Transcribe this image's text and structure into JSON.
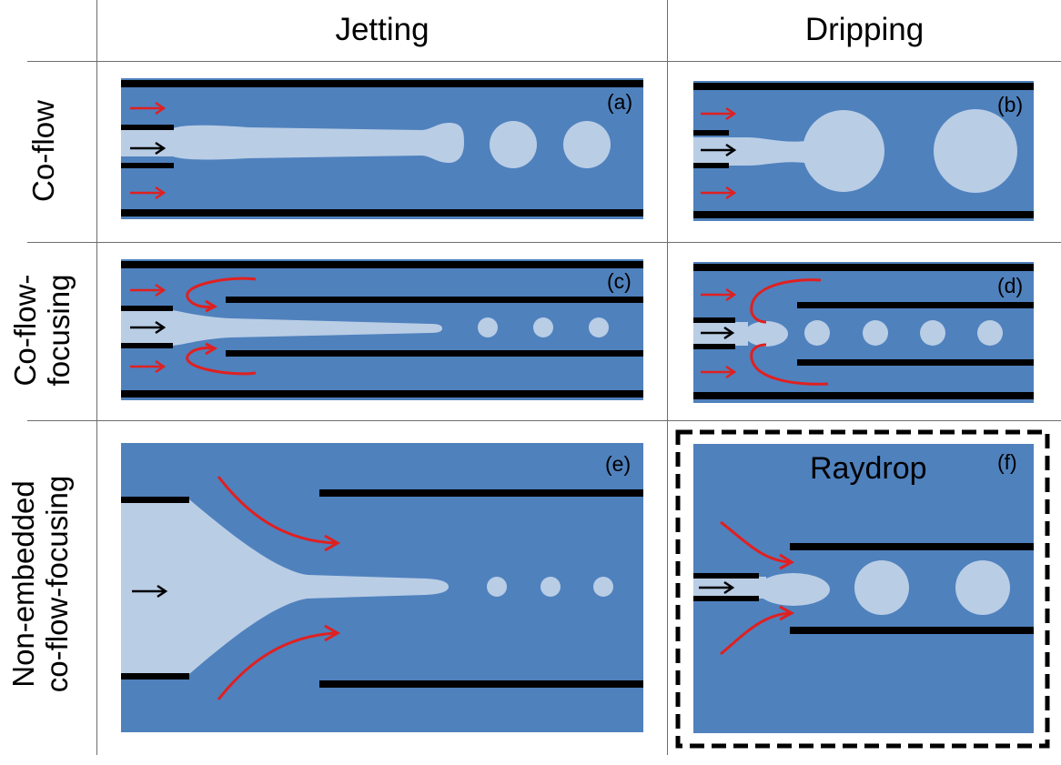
{
  "headers": {
    "columns": [
      "Jetting",
      "Dripping"
    ],
    "rows": [
      [
        "Co-flow"
      ],
      [
        "Co-flow-",
        "focusing"
      ],
      [
        "Non-embedded",
        "co-flow-focusing"
      ]
    ]
  },
  "panels": {
    "a": {
      "label": "(a)"
    },
    "b": {
      "label": "(b)"
    },
    "c": {
      "label": "(c)"
    },
    "d": {
      "label": "(d)"
    },
    "e": {
      "label": "(e)"
    },
    "f": {
      "label": "(f)",
      "title": "Raydrop"
    }
  },
  "colors": {
    "channel": "#4f81bd",
    "dispersed": "#b9cde5",
    "wall": "#000000",
    "continuous_arrow": "#e02020",
    "dispersed_arrow": "#000000",
    "grid": "#6e6e6e"
  }
}
